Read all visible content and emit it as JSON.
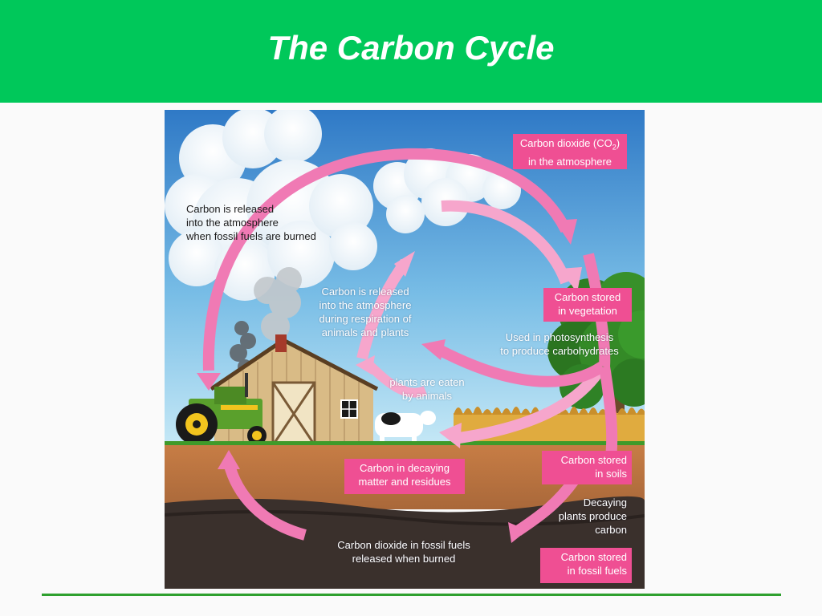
{
  "slide": {
    "title": "The Carbon Cycle"
  },
  "diagram": {
    "labels": {
      "fossil_burned": [
        "Carbon is released",
        "into the atmosphere",
        "when fossil fuels are burned"
      ],
      "co2_atmosphere_main": "Carbon dioxide (CO",
      "co2_subscript": "2",
      "co2_atmosphere_close": ")",
      "co2_atmosphere_line2": "in the atmosphere",
      "respiration": [
        "Carbon is released",
        "into the atmosphere",
        "during respiration of",
        "animals and plants"
      ],
      "vegetation": [
        "Carbon stored",
        "in vegetation"
      ],
      "photosynthesis": [
        "Used in photosynthesis",
        "to produce carbohydrates"
      ],
      "eaten": [
        "plants are eaten",
        "by animals"
      ],
      "decaying_matter": [
        "Carbon in decaying",
        "matter and residues"
      ],
      "soils": [
        "Carbon stored",
        "in soils"
      ],
      "decaying_plants": [
        "Decaying",
        "plants produce",
        "carbon"
      ],
      "fossil_co2": [
        "Carbon dioxide in fossil fuels",
        "released when burned"
      ],
      "fossil_stored": [
        "Carbon stored",
        "in fossil fuels"
      ]
    },
    "colors": {
      "arrow": "#f07ab4",
      "arrow_light": "#f6a6cc",
      "label_box": "#ef4f93",
      "sky_top": "#2f79c6",
      "sky_bottom": "#c5e8f6",
      "grass": "#3f9a2a",
      "soil": "#c77d45",
      "rock": "#3a302c"
    }
  }
}
